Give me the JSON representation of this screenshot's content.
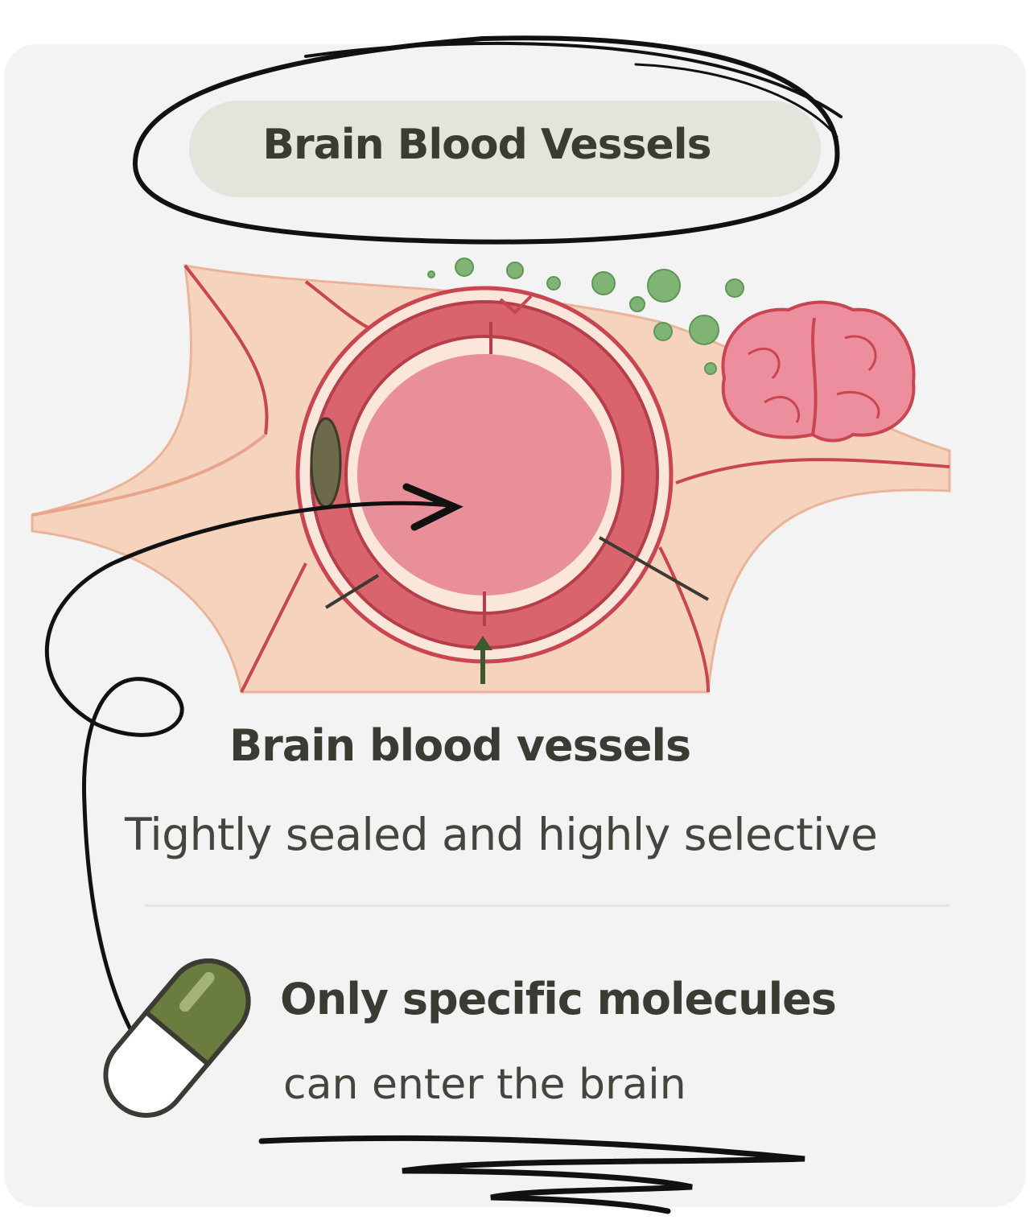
{
  "title": "Brain Blood Vessels",
  "section1": {
    "heading": "Brain blood vessels",
    "description": "Tightly sealed and highly selective"
  },
  "section2": {
    "heading": "Only specific molecules",
    "description": "can enter the brain"
  },
  "colors": {
    "card_bg": "#f4f3f3",
    "title_pill": "#e3e4dc",
    "text_dark": "#3b3a33",
    "vessel_red": "#d9646e",
    "lumen_pink": "#e88f9a",
    "tissue_peach": "#f6d3bd",
    "molecule_green": "#7fb474",
    "capsule_green": "#6b7d3e",
    "brain_pink": "#ec8e9e"
  }
}
